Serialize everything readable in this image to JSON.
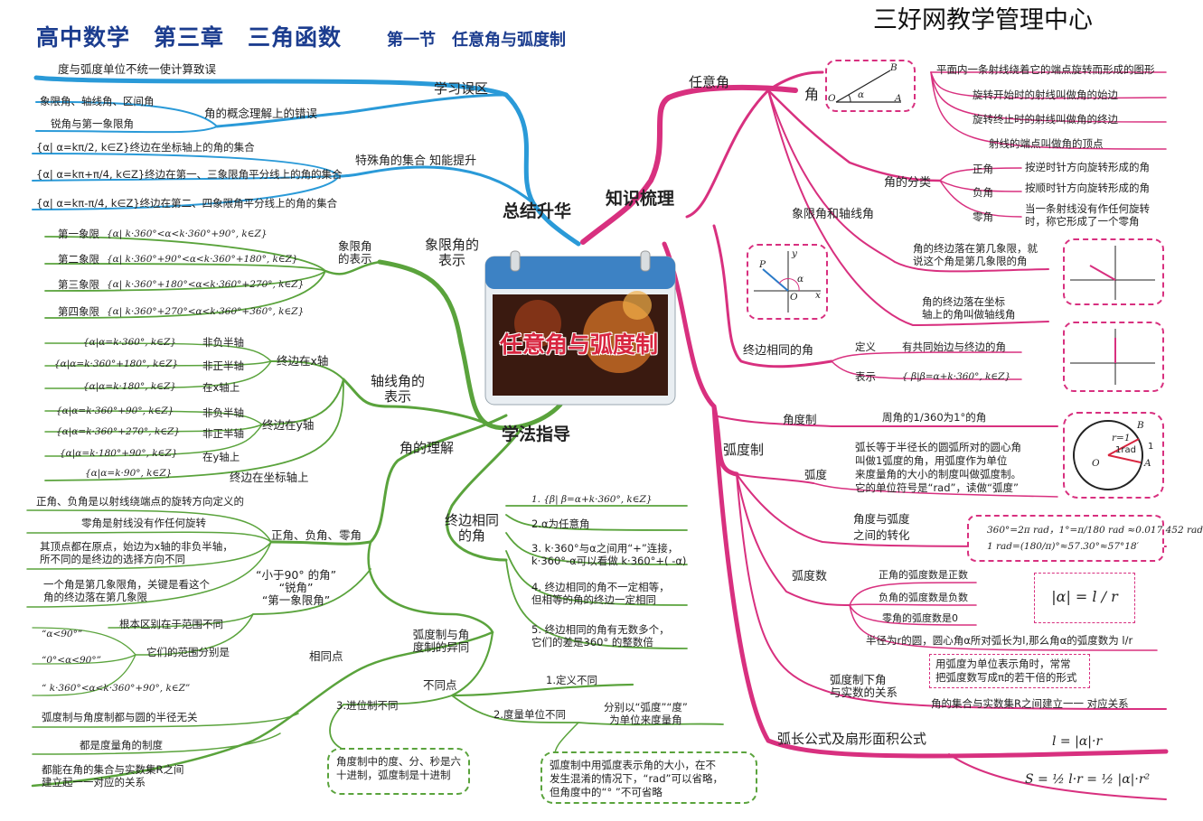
{
  "header": {
    "title": "高中数学　第三章　三角函数",
    "subtitle": "第一节　任意角与弧度制",
    "org": "三好网教学管理中心"
  },
  "center": {
    "image_text": "任意角与弧度制"
  },
  "branches": {
    "summary": "总结升华",
    "knowledge": "知识梳理",
    "method": "学法指导"
  },
  "summary": {
    "mistakes_label": "学习误区",
    "mistake_unit": "度与弧度单位不统一使计算致误",
    "mistake_concept_label": "角的概念理解上的错误",
    "mistake_concept_items": [
      "象限角、轴线角、区间角",
      "锐角与第一象限角"
    ],
    "special_label": "特殊角的集合 知能提升",
    "special_items": [
      "{α| α=kπ/2, k∈Z}终边在坐标轴上的角的集合",
      "{α| α=kπ+π/4, k∈Z}终边在第一、三象限角平分线上的角的集合",
      "{α| α=kπ-π/4, k∈Z}终边在第二、四象限角平分线上的角的集合"
    ]
  },
  "method": {
    "quadrant_label": "象限角的表示",
    "quadrant_sub": "象限角的表示",
    "quadrants": [
      {
        "name": "第一象限",
        "expr": "{α| k·360°<α<k·360°+90°, k∈Z}"
      },
      {
        "name": "第二象限",
        "expr": "{α| k·360°+90°<α<k·360°+180°, k∈Z}"
      },
      {
        "name": "第三象限",
        "expr": "{α| k·360°+180°<α<k·360°+270°, k∈Z}"
      },
      {
        "name": "第四象限",
        "expr": "{α| k·360°+270°<α<k·360°+360°, k∈Z}"
      }
    ],
    "axis_label": "轴线角的表示",
    "x_axis_label": "终边在x轴",
    "y_axis_label": "终边在y轴",
    "axis_items": [
      {
        "expr": "{α|α=k·360°, k∈Z}",
        "name": "非负半轴"
      },
      {
        "expr": "{α|α=k·360°+180°, k∈Z}",
        "name": "非正半轴"
      },
      {
        "expr": "{α|α=k·180°, k∈Z}",
        "name": "在x轴上"
      },
      {
        "expr": "{α|α=k·360°+90°, k∈Z}",
        "name": "非负半轴"
      },
      {
        "expr": "{α|α=k·360°+270°, k∈Z}",
        "name": "非正半轴"
      },
      {
        "expr": "{α|α=k·180°+90°, k∈Z}",
        "name": "在y轴上"
      },
      {
        "expr": "{α|α=k·90°, k∈Z}",
        "name": "终边在坐标轴上"
      }
    ],
    "understanding_label": "角的理解",
    "signs_label": "正角、负角、零角",
    "signs_items": [
      "正角、负角是以射线绕端点的旋转方向定义的",
      "零角是射线没有作任何旋转",
      "其顶点都在原点，始边为x轴的非负半轴，\n所不同的是终边的选择方向不同",
      "一个角是第几象限角，关键是看这个\n角的终边落在第几象限"
    ],
    "acute_label": "“小于90° 的角”\n“锐角”\n“第一象限角”",
    "acute_diff": "根本区别在于范围不同",
    "acute_range_label": "它们的范围分别是",
    "acute_ranges": [
      "“α<90°”",
      "“0°<α<90°”",
      "“ k·360°<α<k·360°+90°, k∈Z”"
    ],
    "coterminal_label": "终边相同的角",
    "coterminal_items": [
      "1. {β| β=α+k·360°, k∈Z}",
      "2.α为任意角",
      "3. k·360°与α之间用“+”连接，\nk·360°-α可以看做 k·360°+( -α)",
      "4. 终边相同的角不一定相等，\n但相等的角的终边一定相同",
      "5. 终边相同的角有无数多个，\n它们的差是360° 的整数倍"
    ],
    "compare_label": "弧度制与角度制的异同",
    "same_label": "相同点",
    "same_items": [
      "弧度制与角度制都与圆的半径无关",
      "都是度量角的制度",
      "都能在角的集合与实数集R之间\n建立起一一对应的关系"
    ],
    "diff_label": "不同点",
    "diff_items": [
      "1.定义不同",
      "2.度量单位不同",
      "3.进位制不同"
    ],
    "diff_unit_note": "分别以“弧度”“度”\n为单位来度量角",
    "diff_box_left": "角度制中的度、分、秒是六\n十进制，弧度制是十进制",
    "diff_box_right": "弧度制中用弧度表示角的大小，在不\n发生混淆的情况下，“rad”可以省略，\n但角度中的“° ”不可省略"
  },
  "knowledge": {
    "any_angle": "任意角",
    "angle": "角",
    "angle_defs": [
      "平面内一条射线绕着它的端点旋转而形成的图形",
      "旋转开始时的射线叫做角的始边",
      "旋转终止时的射线叫做角的终边",
      "射线的端点叫做角的顶点"
    ],
    "class_label": "角的分类",
    "classes": [
      {
        "name": "正角",
        "desc": "按逆时针方向旋转形成的角"
      },
      {
        "name": "负角",
        "desc": "按顺时针方向旋转形成的角"
      },
      {
        "name": "零角",
        "desc": "当一条射线没有作任何旋转\n时，称它形成了一个零角"
      }
    ],
    "quad_axis_label": "象限角和轴线角",
    "quad_def": "角的终边落在第几象限，就\n说这个角是第几象限的角",
    "axis_def": "角的终边落在坐标\n轴上的角叫做轴线角",
    "coterminal_label": "终边相同的角",
    "coterminal_def_name": "定义",
    "coterminal_def": "有共同始边与终边的角",
    "coterminal_expr_name": "表示",
    "coterminal_expr": "{ β|β=α+k·360°, k∈Z}",
    "radian_system": "弧度制",
    "degree_system": "角度制",
    "degree_def": "周角的1/360为1°的角",
    "radian_label": "弧度",
    "radian_def": "弧长等于半径长的圆弧所对的圆心角\n叫做1弧度的角，用弧度作为单位\n来度量角的大小的制度叫做弧度制。\n它的单位符号是“rad”，读做“弧度”",
    "conversion_label": "角度与弧度\n之间的转化",
    "conversion_1": "360°=2π rad，1°=π/180 rad ≈0.017 452 rad",
    "conversion_2": "1 rad=(180/π)°≈57.30°≈57°18′",
    "radian_count": "弧度数",
    "radian_count_items": [
      "正角的弧度数是正数",
      "负角的弧度数是负数",
      "零角的弧度数是0",
      "半径为r的圆，圆心角α所对弧长为l,那么角α的弧度数为 l/r"
    ],
    "abs_formula": "|α| = l / r",
    "real_label": "弧度制下角\n与实数的关系",
    "real_note": "用弧度为单位表示角时，常常\n把弧度数写成π的若干倍的形式",
    "real_def": "角的集合与实数集R之间建立一一 对应关系",
    "arc_label": "弧长公式及扇形面积公式",
    "arc_formula": "l = |α|·r",
    "area_formula": "S = ½ l·r = ½ |α|·r²",
    "fig_angle_labels": [
      "B",
      "α",
      "O",
      "A"
    ],
    "fig_circle_labels": [
      "B",
      "r=1",
      "1rad",
      "1",
      "O",
      "A"
    ],
    "fig_axis_labels": [
      "y",
      "x",
      "O",
      "P",
      "α"
    ]
  },
  "colors": {
    "blue": "#2a9ad8",
    "pink": "#d8307f",
    "green": "#5aa33c",
    "title": "#1c3d8f"
  }
}
